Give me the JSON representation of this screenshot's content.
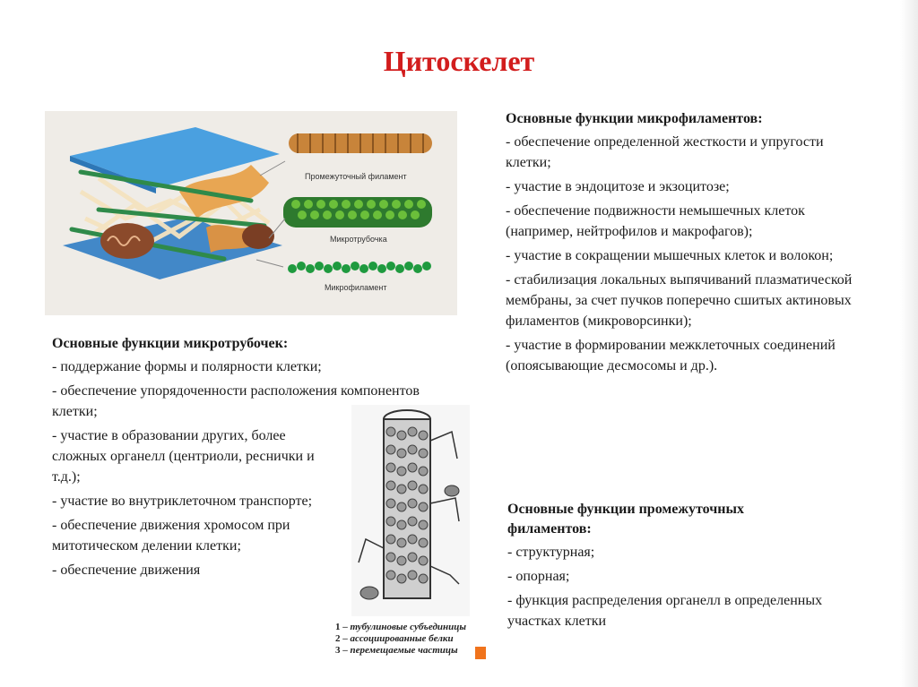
{
  "slide": {
    "title": "Цитоскелет"
  },
  "figure_top": {
    "labels": {
      "intermediate": "Промежуточный филамент",
      "microtubule": "Микротрубочка",
      "microfilament": "Микрофиламент"
    }
  },
  "microfilaments": {
    "heading": "Основные функции микрофиламентов:",
    "items": [
      "- обеспечение определенной жесткости и упругости клетки;",
      "- участие в эндоцитозе и экзоцитозе;",
      "- обеспечение подвижности немышечных клеток (например, нейтрофилов и макрофагов);",
      "- участие в сокращении мышечных клеток и волокон;",
      "- стабилизация локальных выпячиваний плазматической мембраны, за счет пучков поперечно сшитых актиновых филаментов (микроворсинки);",
      "- участие в формировании межклеточных соединений (опоясывающие десмосомы и др.)."
    ]
  },
  "microtubules": {
    "heading": "Основные функции микротрубочек:",
    "items": [
      "- поддержание формы и полярности клетки;",
      "- обеспечение упорядоченности расположения компонентов клетки;",
      "- участие в образовании других, более сложных органелл (центриоли, реснички и т.д.);",
      "- участие во внутриклеточном транспорте;",
      "- обеспечение движения хромосом при митотическом делении клетки;",
      "- обеспечение движения"
    ]
  },
  "intermediate_filaments": {
    "heading": "Основные функции промежуточных филаментов:",
    "items": [
      "- структурная;",
      "- опорная;",
      "- функция распределения органелл в определенных участках клетки"
    ]
  },
  "legend": {
    "line1_num": "1 –",
    "line1_text": "тубулиновые субъединицы",
    "line2_num": "2 –",
    "line2_text": "ассоциированные белки",
    "line3_num": "3 –",
    "line3_text": "перемещаемые частицы"
  }
}
